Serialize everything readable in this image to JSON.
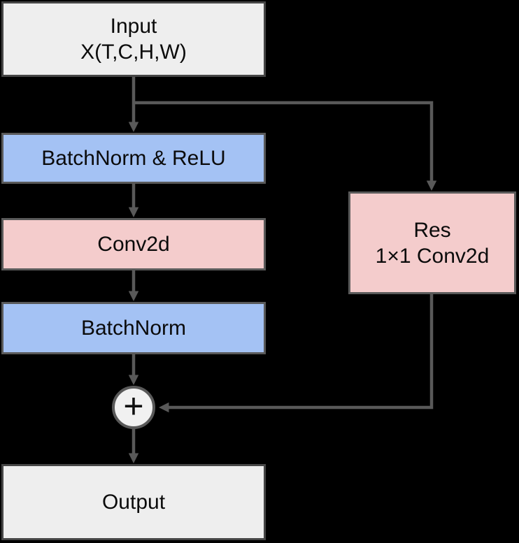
{
  "diagram": {
    "description": "Residual 2D convolution block flowchart",
    "nodes": {
      "input": {
        "line1": "Input",
        "line2": "X(T,C,H,W)"
      },
      "bn_relu": {
        "label": "BatchNorm & ReLU"
      },
      "conv2d": {
        "label": "Conv2d"
      },
      "batchnorm": {
        "label": "BatchNorm"
      },
      "res": {
        "line1": "Res",
        "line2": "1×1 Conv2d"
      },
      "add": {
        "symbol": "+"
      },
      "output": {
        "label": "Output"
      }
    },
    "edges": [
      "input -> bn_relu",
      "input -> res (branch right then down)",
      "bn_relu -> conv2d",
      "conv2d -> batchnorm",
      "batchnorm -> add",
      "res -> add (down then left)",
      "add -> output"
    ],
    "colors": {
      "background": "#000000",
      "io_fill": "#eeeeee",
      "io_border": "#464646",
      "norm_fill": "#a4c2f4",
      "conv_fill": "#f4cccc",
      "block_border": "#5a5a5a",
      "arrow": "#595959",
      "add_fill": "#f1f1f1",
      "text": "#0b0b0b"
    }
  }
}
